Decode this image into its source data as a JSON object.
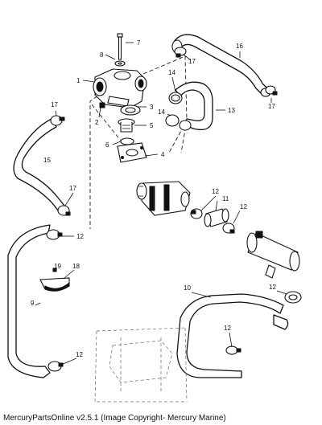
{
  "callouts": {
    "c1": "1",
    "c2": "2",
    "c3": "3",
    "c4": "4",
    "c5": "5",
    "c6": "6",
    "c7": "7",
    "c8": "8",
    "c9": "9",
    "c10": "10",
    "c11": "11",
    "c12a": "12",
    "c12b": "12",
    "c12c": "12",
    "c12d": "12",
    "c12e": "12",
    "c12f": "12",
    "c13": "13",
    "c14a": "14",
    "c14b": "14",
    "c15": "15",
    "c16": "16",
    "c17a": "17",
    "c17b": "17",
    "c17c": "17",
    "c17d": "17",
    "c18": "18",
    "c19": "19"
  },
  "footer": "MercuryPartsOnline v2.5.1 (Image Copyright- Mercury Marine)"
}
